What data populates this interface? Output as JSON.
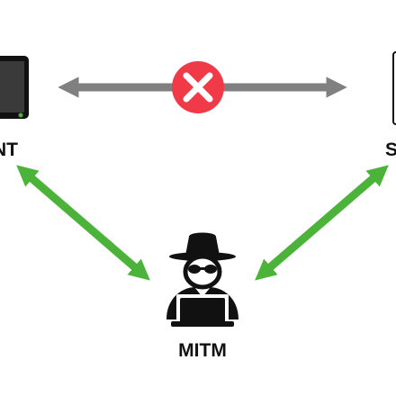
{
  "nodes": {
    "client": {
      "label": "CLIENT",
      "icon": "tablet-icon"
    },
    "server": {
      "label": "SERVER",
      "icon": "server-icon"
    },
    "mitm": {
      "label": "MITM",
      "icon": "hacker-spy-icon"
    }
  },
  "connections": {
    "direct": {
      "from": "client",
      "to": "server",
      "status": "blocked",
      "color": "#808080",
      "icon": "blocked-x-icon",
      "icon_color": "#f03a47"
    },
    "client_mitm": {
      "from": "client",
      "to": "mitm",
      "status": "intercepted",
      "color": "#4cb33a"
    },
    "server_mitm": {
      "from": "server",
      "to": "mitm",
      "status": "intercepted",
      "color": "#4cb33a"
    }
  }
}
